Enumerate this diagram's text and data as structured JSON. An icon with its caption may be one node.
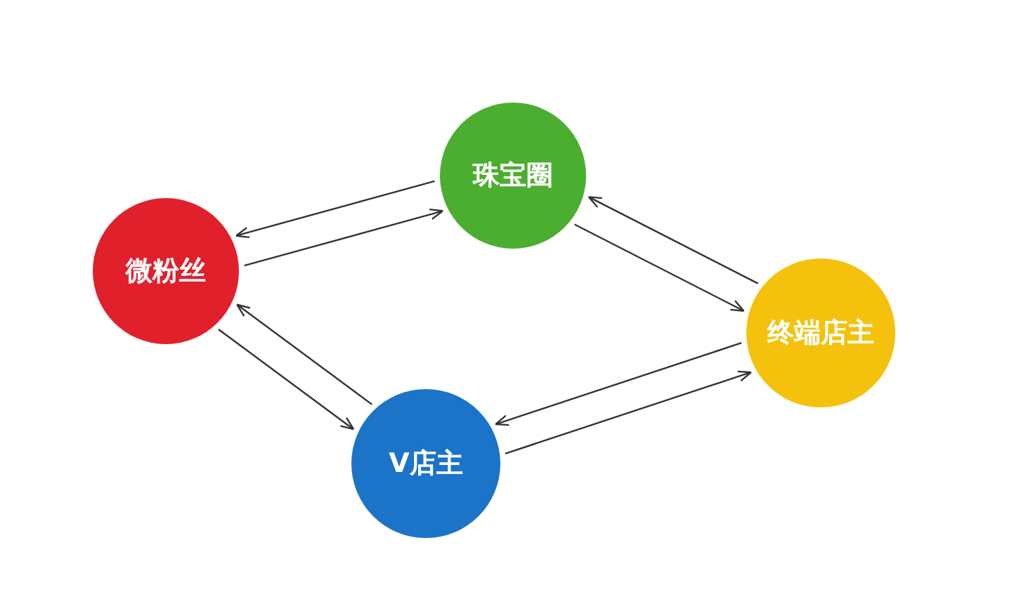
{
  "diagram": {
    "nodes": [
      {
        "text": [
          "微粉丝"
        ]
      },
      {
        "text": [
          "珠宝圈"
        ]
      },
      {
        "text": [
          "终端店主"
        ]
      },
      {
        "text": [
          "V店主"
        ]
      }
    ],
    "edges": [
      {
        "from": 1,
        "to": 0,
        "arrow": "to"
      },
      {
        "from": 0,
        "to": 1,
        "arrow": "to"
      },
      {
        "from": 1,
        "to": 2,
        "arrow": "to"
      },
      {
        "from": 2,
        "to": 1,
        "arrow": "to"
      },
      {
        "from": 3,
        "to": 0,
        "arrow": "to"
      },
      {
        "from": 0,
        "to": 3,
        "arrow": "to"
      },
      {
        "from": 3,
        "to": 2,
        "arrow": "to"
      },
      {
        "from": 2,
        "to": 3,
        "arrow": "to"
      }
    ]
  }
}
